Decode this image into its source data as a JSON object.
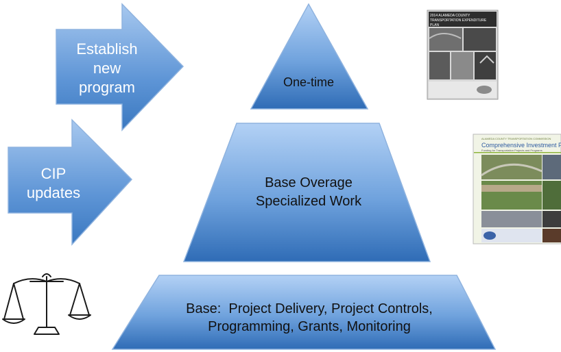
{
  "arrows": {
    "establish": {
      "label_lines": [
        "Establish",
        "new",
        "program"
      ]
    },
    "cip": {
      "label_lines": [
        "CIP",
        "updates"
      ]
    }
  },
  "pyramid": {
    "top": {
      "label": "One-time"
    },
    "middle": {
      "label_lines": [
        "Base Overage",
        "Specialized Work"
      ]
    },
    "base": {
      "label_lines": [
        "Base:  Project Delivery, Project Controls,",
        "Programming, Grants, Monitoring"
      ]
    }
  },
  "covers": {
    "expenditure_plan": {
      "title_lines": [
        "2014 ALAMEDA COUNTY",
        "TRANSPORTATION EXPENDITURE PLAN"
      ]
    },
    "investment_plan": {
      "kicker": "ALAMEDA COUNTY TRANSPORTATION COMMISSION",
      "title": "Comprehensive Investment Pla",
      "subtitle": "Funding for Transportation Projects and Programs"
    }
  },
  "icons": [
    "scales-icon"
  ],
  "colors": {
    "shape_light": "#a9c9f0",
    "shape_dark": "#2f6fb8",
    "shape_stroke": "#8fb3df",
    "text": "#111111"
  }
}
